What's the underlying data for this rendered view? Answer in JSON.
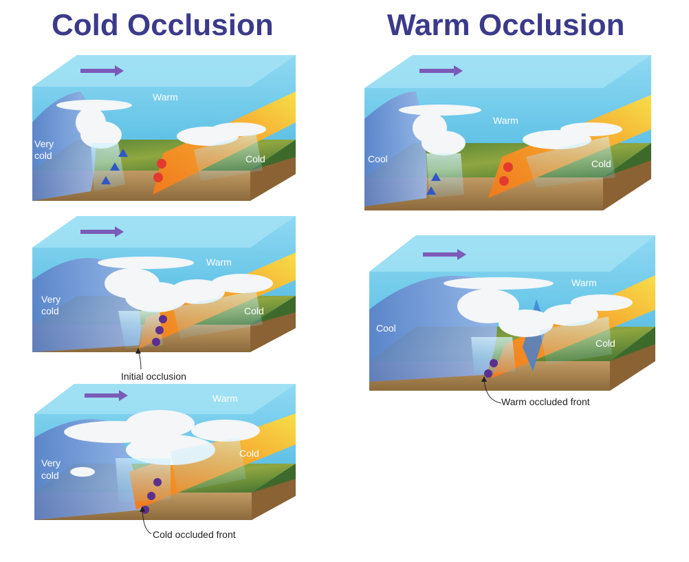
{
  "titles": {
    "cold": "Cold Occlusion",
    "warm": "Warm Occlusion"
  },
  "panels": {
    "cold_1": {
      "warm": "Warm",
      "left_air": [
        "Very",
        "cold"
      ],
      "right_air": "Cold"
    },
    "cold_2": {
      "warm": "Warm",
      "left_air": [
        "Very",
        "cold"
      ],
      "right_air": "Cold",
      "caption": "Initial occlusion"
    },
    "cold_3": {
      "warm": "Warm",
      "left_air": [
        "Very",
        "cold"
      ],
      "right_air": "Cold",
      "caption": "Cold occluded front"
    },
    "warm_1": {
      "warm": "Warm",
      "left_air": [
        "Cool"
      ],
      "right_air": "Cold"
    },
    "warm_2": {
      "warm": "Warm",
      "left_air": [
        "Cool"
      ],
      "right_air": "Cold",
      "caption": "Warm occluded front"
    }
  },
  "colors": {
    "title": "#3b3a8a",
    "sky": "#5fc2e6",
    "ground": "#5f8f3a",
    "soil": "#b08a55",
    "cold_air": "#6f8fd0",
    "warm_front_band": "#f2c63c",
    "occluded_symbol": "#5b2f8f",
    "cold_front_symbol": "#2f57c8",
    "warm_front_symbol": "#e23b2e"
  },
  "icons": [
    "wind-direction-arrow-icon",
    "cloud-icon",
    "rain-icon",
    "front-symbol-icon"
  ]
}
